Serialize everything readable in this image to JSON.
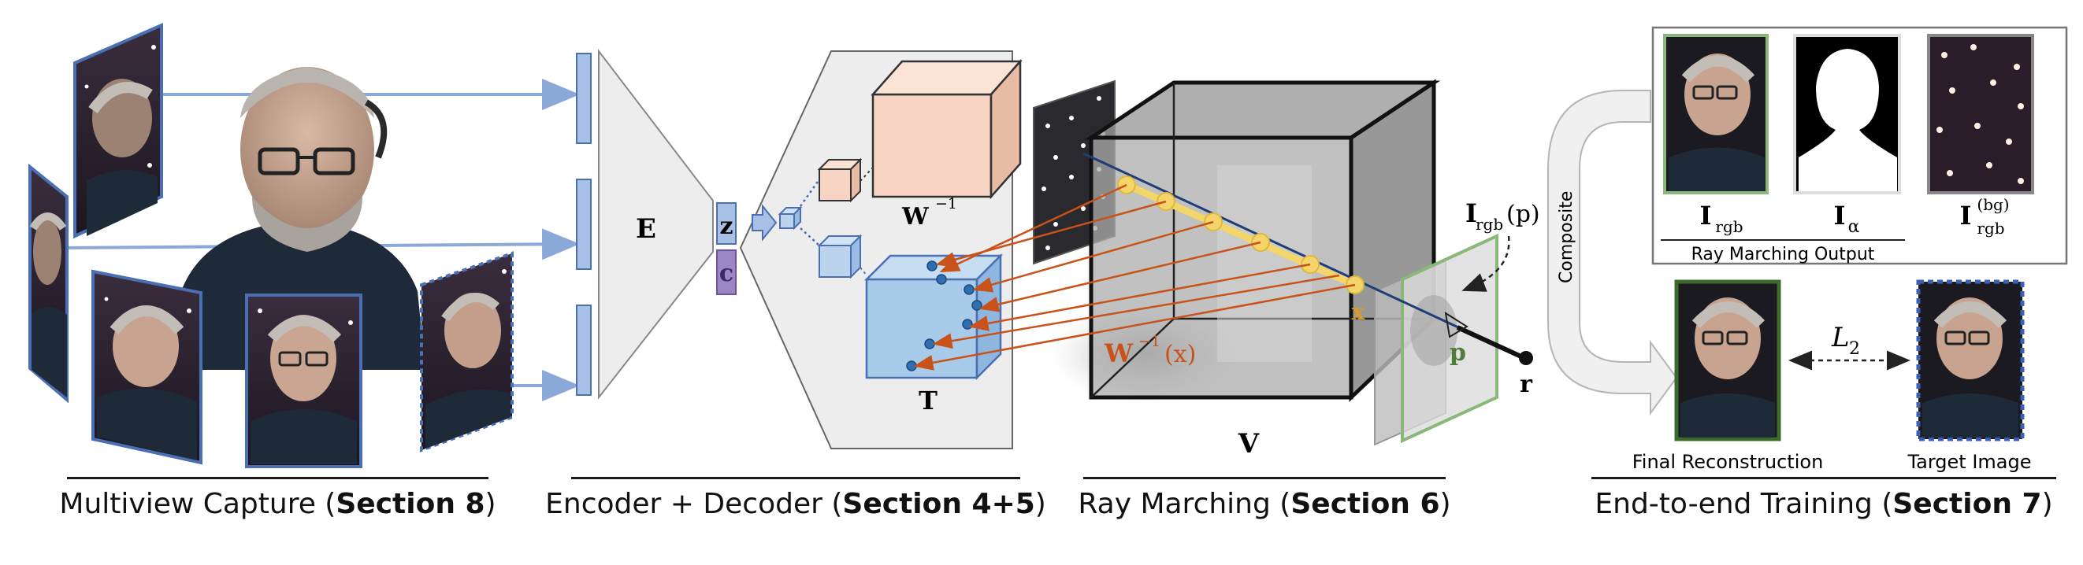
{
  "panels": {
    "capture": {
      "label": "Multiview Capture (",
      "section": "Section 8",
      "close": ")"
    },
    "encoder": {
      "label": "Encoder + Decoder (",
      "section": "Section 4+5",
      "close": ")"
    },
    "raymarch": {
      "label": "Ray Marching (",
      "section": "Section 6",
      "close": ")"
    },
    "training": {
      "label": "End-to-end Training (",
      "section": "Section 7",
      "close": ")"
    }
  },
  "encoder": {
    "encoder_symbol": "E",
    "latent_z": "z",
    "latent_c": "c",
    "warp_symbol": "W",
    "warp_exp": "−1",
    "template_symbol": "T"
  },
  "raymarch": {
    "volume_symbol": "V",
    "sample_point": "x",
    "warp_applied": "W",
    "warp_applied_exp": "−1",
    "warp_applied_arg": "(x)",
    "pixel_symbol": "p",
    "ray_symbol": "r",
    "image_symbol": "I",
    "image_sub": "rgb",
    "image_arg": "(p)"
  },
  "training": {
    "rgb_label": "I",
    "rgb_sub": "rgb",
    "alpha_label": "I",
    "alpha_sub": "α",
    "bg_label": "I",
    "bg_sub": "rgb",
    "bg_sup": "(bg)",
    "output_caption": "Ray Marching Output",
    "composite_label": "Composite",
    "loss_label": "L",
    "loss_sub": "2",
    "final_caption": "Final Reconstruction",
    "target_caption": "Target Image"
  },
  "colors": {
    "capture_blue": "#4a6fb3",
    "arrow_blue": "#8aa9d9",
    "warp_orange": "#c8521a",
    "sample_yellow": "#f3d56a",
    "green_frame": "#8ab87a",
    "template_blue": "#a9cbea",
    "warp_cube": "#f6d3c2"
  }
}
